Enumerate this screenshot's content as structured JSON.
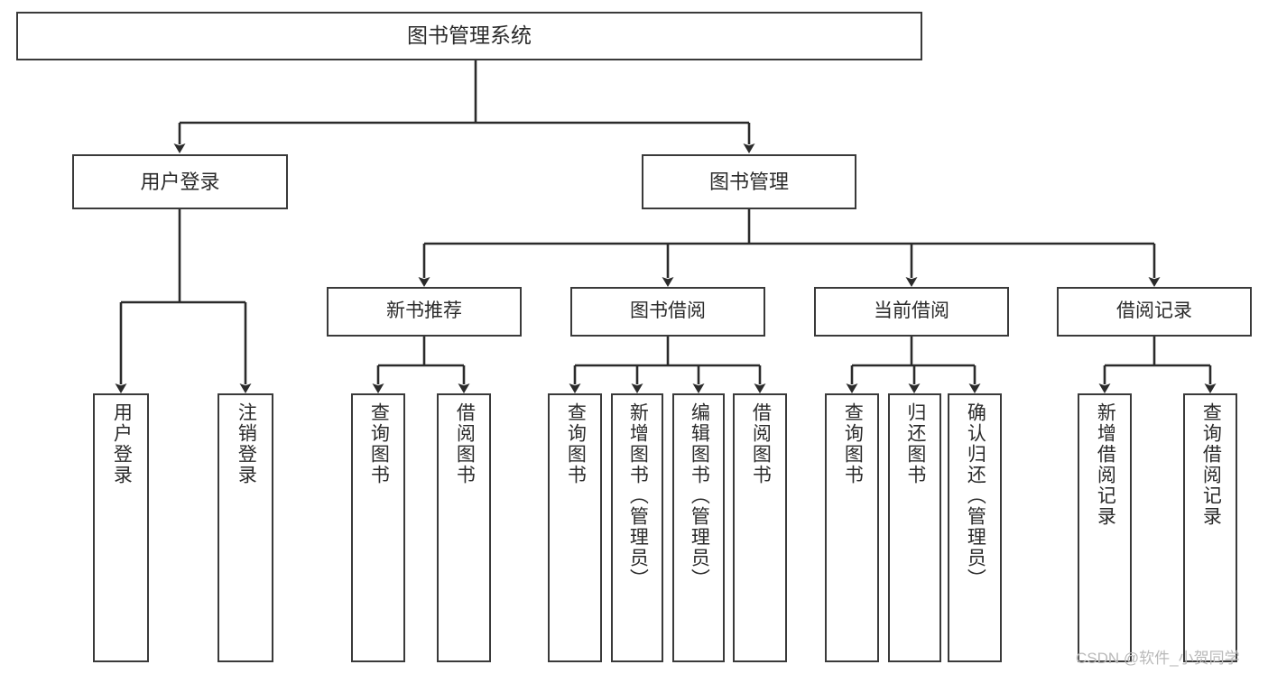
{
  "diagram": {
    "title": "图书管理系统",
    "type": "hierarchy-tree",
    "colors": {
      "box_border": "#3a3a3a",
      "box_fill": "#ffffff",
      "edge": "#2b2b2b",
      "text": "#2b2b2b",
      "watermark": "#b9b9b9",
      "background": "#ffffff"
    },
    "nodes": {
      "root": {
        "label": "图书管理系统"
      },
      "level2": [
        {
          "id": "user-login",
          "label": "用户登录"
        },
        {
          "id": "book-manage",
          "label": "图书管理"
        }
      ],
      "level3": [
        {
          "id": "new-book-recommend",
          "label": "新书推荐"
        },
        {
          "id": "book-borrow",
          "label": "图书借阅"
        },
        {
          "id": "current-borrow",
          "label": "当前借阅"
        },
        {
          "id": "borrow-record",
          "label": "借阅记录"
        }
      ],
      "leaves": {
        "user_login": [
          {
            "id": "leaf-user-login",
            "label": "用户登录"
          },
          {
            "id": "leaf-logout-login",
            "label": "注销登录"
          }
        ],
        "new_book_recommend": [
          {
            "id": "leaf-query-book-1",
            "label": "查询图书"
          },
          {
            "id": "leaf-borrow-book-1",
            "label": "借阅图书"
          }
        ],
        "book_borrow": [
          {
            "id": "leaf-query-book-2",
            "label": "查询图书"
          },
          {
            "id": "leaf-add-book-admin",
            "label": "新增图书（管理员）"
          },
          {
            "id": "leaf-edit-book-admin",
            "label": "编辑图书（管理员）"
          },
          {
            "id": "leaf-borrow-book-2",
            "label": "借阅图书"
          }
        ],
        "current_borrow": [
          {
            "id": "leaf-query-book-3",
            "label": "查询图书"
          },
          {
            "id": "leaf-return-book",
            "label": "归还图书"
          },
          {
            "id": "leaf-confirm-return-admin",
            "label": "确认归还（管理员）"
          }
        ],
        "borrow_record": [
          {
            "id": "leaf-add-borrow-record",
            "label": "新增借阅记录"
          },
          {
            "id": "leaf-query-borrow-record",
            "label": "查询借阅记录"
          }
        ]
      }
    },
    "watermark": "CSDN @软件_小贺同学"
  }
}
